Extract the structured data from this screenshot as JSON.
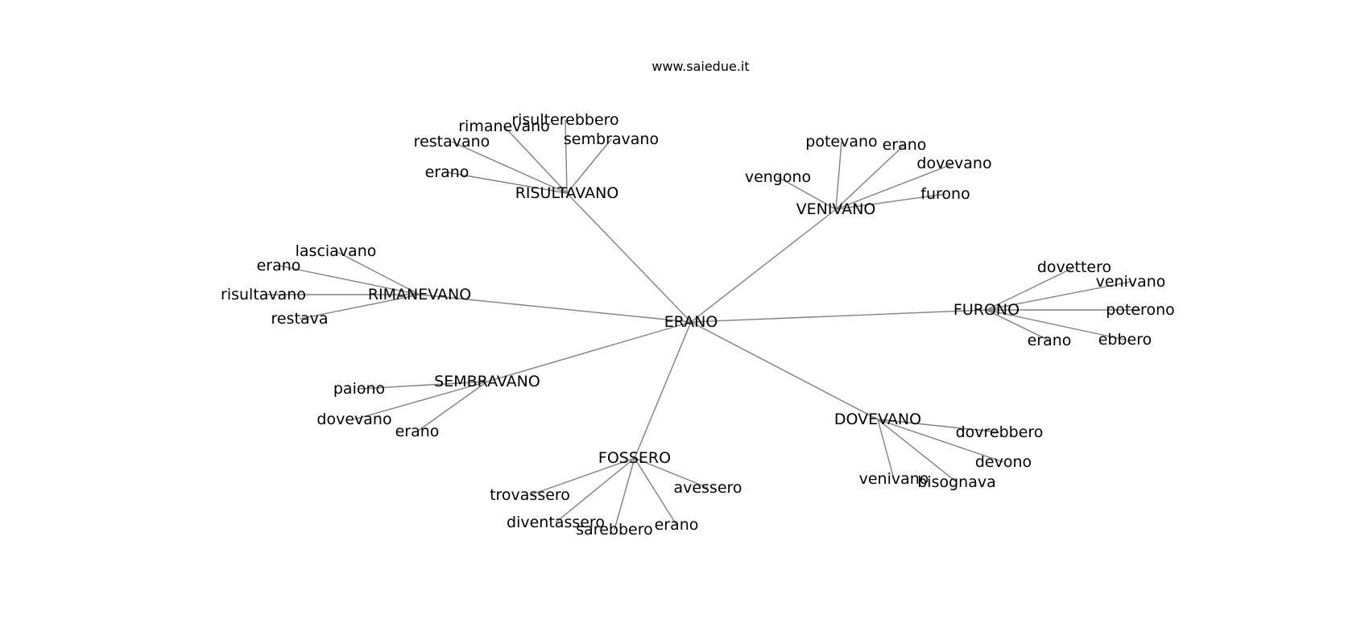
{
  "title": "www.saiedue.it",
  "graph": {
    "center": "ERANO",
    "hubs": [
      {
        "id": "risultavano",
        "label": "RISULTAVANO",
        "children": [
          "risulterebbero",
          "rimanevano",
          "restavano",
          "sembravano",
          "erano"
        ]
      },
      {
        "id": "venivano",
        "label": "VENIVANO",
        "children": [
          "potevano",
          "erano",
          "dovevano",
          "vengono",
          "furono"
        ]
      },
      {
        "id": "rimanevano",
        "label": "RIMANEVANO",
        "children": [
          "lasciavano",
          "erano",
          "risultavano",
          "restava"
        ]
      },
      {
        "id": "furono",
        "label": "FURONO",
        "children": [
          "dovettero",
          "venivano",
          "poterono",
          "erano",
          "ebbero"
        ]
      },
      {
        "id": "sembravano",
        "label": "SEMBRAVANO",
        "children": [
          "paiono",
          "dovevano",
          "erano"
        ]
      },
      {
        "id": "dovevano",
        "label": "DOVEVANO",
        "children": [
          "dovrebbero",
          "devono",
          "venivano",
          "bisognava"
        ]
      },
      {
        "id": "fossero",
        "label": "FOSSERO",
        "children": [
          "avessero",
          "trovassero",
          "diventassero",
          "sarebbero",
          "erano"
        ]
      }
    ]
  }
}
